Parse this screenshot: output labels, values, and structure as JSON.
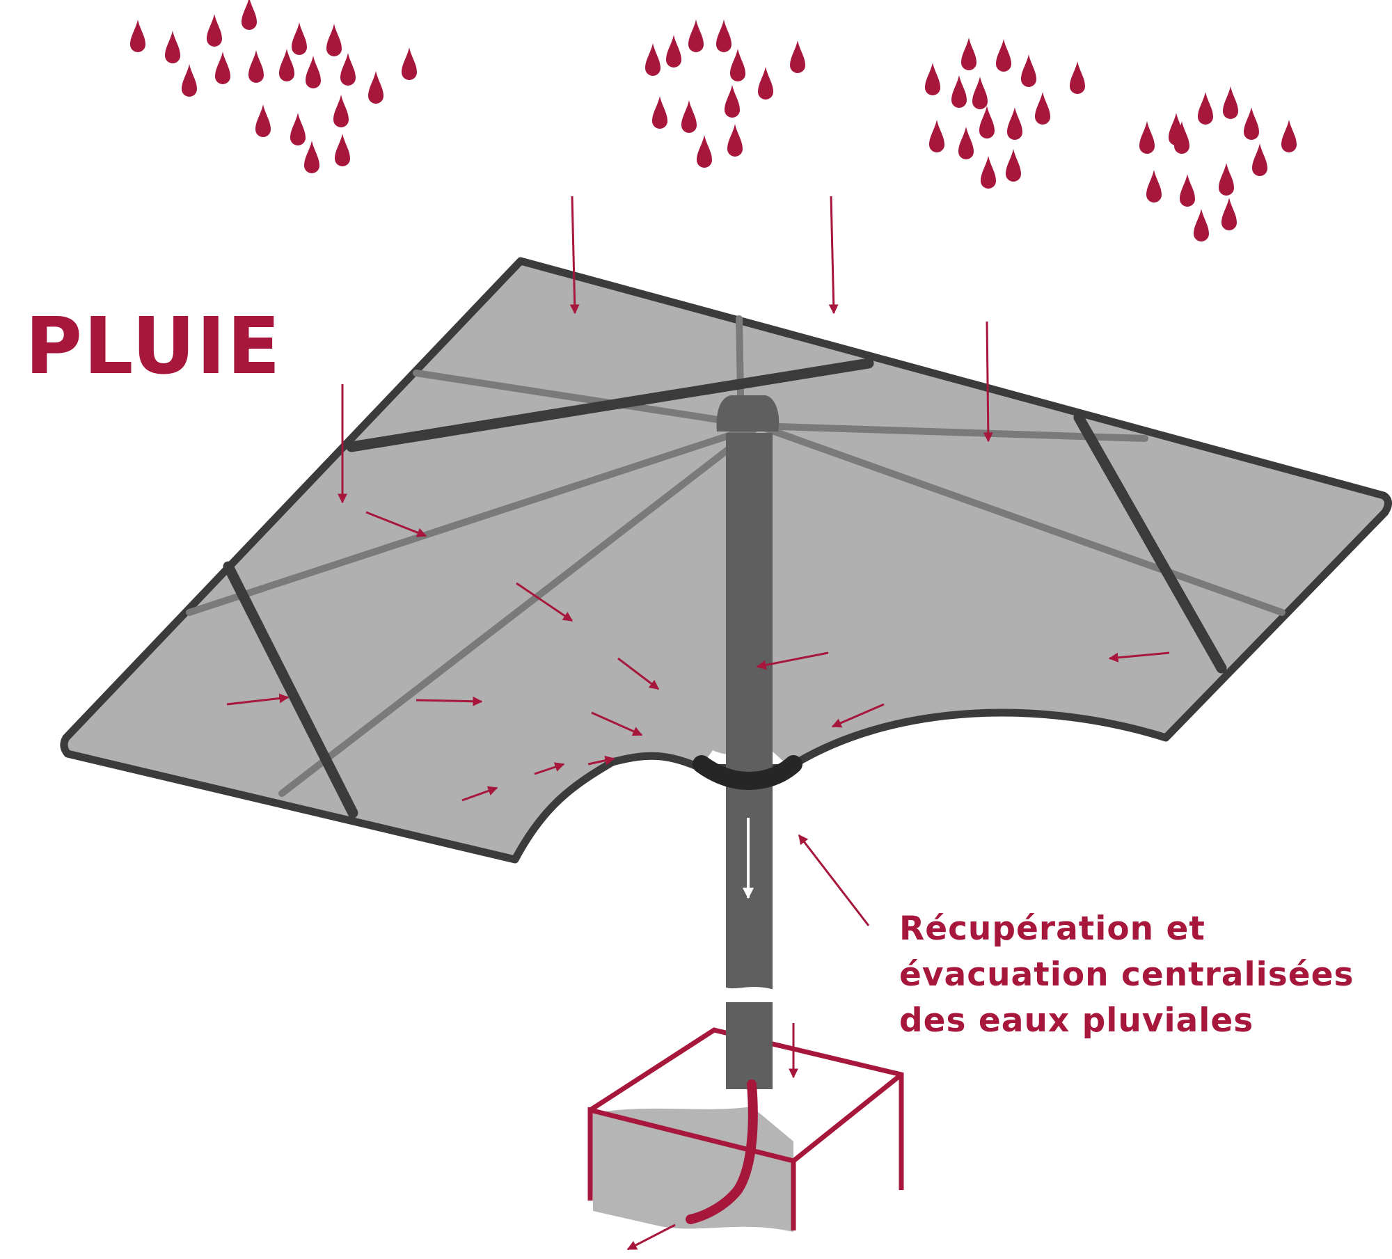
{
  "title": "PLUIE",
  "caption": {
    "lines": [
      "Récupération et",
      "évacuation centralisées",
      "des eaux pluviales"
    ]
  },
  "colors": {
    "accent": "#a6173b",
    "canopy_fill": "#b0b0b0",
    "canopy_edge": "#3b3b3b",
    "rib": "#7a7a7a",
    "pole": "#5f5f5f",
    "base": "#b5b5b5"
  },
  "icons": [
    "rain-drop-icon",
    "arrow-icon"
  ]
}
